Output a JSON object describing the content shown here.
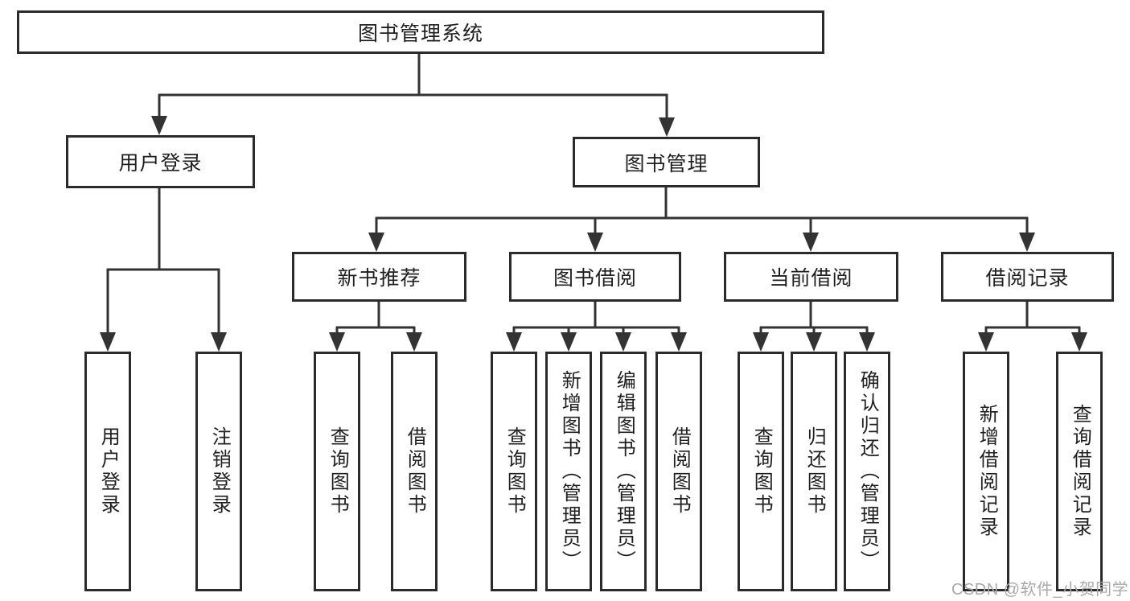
{
  "nodes": {
    "root": "图书管理系统",
    "user_login": "用户登录",
    "book_mgmt": "图书管理",
    "new_book_rec": "新书推荐",
    "book_borrow": "图书借阅",
    "current_borrow": "当前借阅",
    "borrow_record": "借阅记录"
  },
  "leaves": {
    "user_login": [
      "用户登录",
      "注销登录"
    ],
    "new_book_rec": [
      "查询图书",
      "借阅图书"
    ],
    "book_borrow": [
      "查询图书",
      "新增图书（管理员）",
      "编辑图书（管理员）",
      "借阅图书"
    ],
    "current_borrow": [
      "查询图书",
      "归还图书",
      "确认归还（管理员）"
    ],
    "borrow_record": [
      "新增借阅记录",
      "查询借阅记录"
    ]
  },
  "watermark": "CSDN @软件_小贺同学",
  "colors": {
    "box_border": "#2b2b2b",
    "connector": "#333333",
    "text": "#1f1f1f",
    "watermark": "#a9a9a9",
    "background": "#ffffff"
  }
}
